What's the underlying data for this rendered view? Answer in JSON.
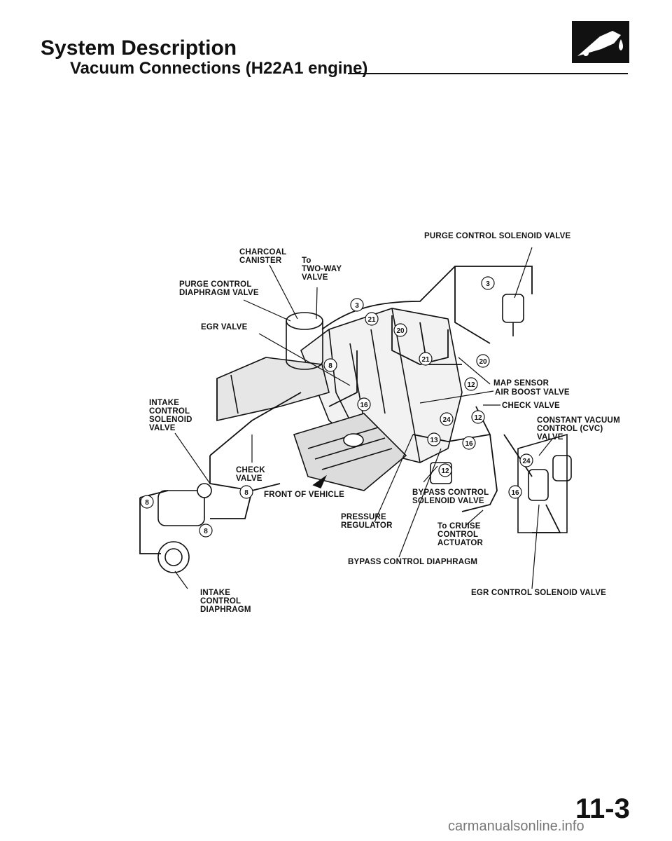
{
  "header": {
    "title": "System Description",
    "subtitle": "Vacuum Connections (H22A1 engine)",
    "logo_icon": "emission-fuel-section-icon"
  },
  "labels": {
    "purge_control_solenoid_valve": "PURGE CONTROL SOLENOID VALVE",
    "charcoal_canister": "CHARCOAL\nCANISTER",
    "to_two_way_valve": "To\nTWO-WAY\nVALVE",
    "purge_control_diaphragm_valve": "PURGE CONTROL\nDIAPHRAGM VALVE",
    "egr_valve": "EGR VALVE",
    "map_sensor": "MAP SENSOR",
    "air_boost_valve": "AIR BOOST VALVE",
    "check_valve_right": "CHECK VALVE",
    "constant_vacuum_control_valve": "CONSTANT VACUUM\nCONTROL (CVC)\nVALVE",
    "intake_control_solenoid_valve": "INTAKE\nCONTROL\nSOLENOID\nVALVE",
    "check_valve_left": "CHECK\nVALVE",
    "front_of_vehicle": "FRONT OF VEHICLE",
    "bypass_control_solenoid_valve": "BYPASS CONTROL\nSOLENOID VALVE",
    "pressure_regulator": "PRESSURE\nREGULATOR",
    "to_cruise_control_actuator": "To CRUISE\nCONTROL\nACTUATOR",
    "bypass_control_diaphragm": "BYPASS CONTROL DIAPHRAGM",
    "intake_control_diaphragm": "INTAKE\nCONTROL\nDIAPHRAGM",
    "egr_control_solenoid_valve": "EGR CONTROL SOLENOID VALVE"
  },
  "hose_numbers": [
    "3",
    "3",
    "21",
    "20",
    "21",
    "20",
    "8",
    "16",
    "12",
    "12",
    "24",
    "13",
    "16",
    "12",
    "24",
    "16",
    "8",
    "8",
    "8"
  ],
  "page_number": "11-3",
  "footer": "carmanualsonline.info"
}
